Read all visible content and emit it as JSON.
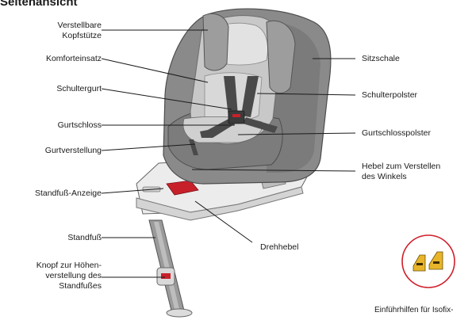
{
  "title": "Seitenansicht",
  "colors": {
    "shell": "#8a8a8a",
    "shell_dark": "#6f6f6f",
    "padding": "#c8c8c8",
    "padding_light": "#e2e2e2",
    "belt": "#4a4a4a",
    "lever_red": "#c8202a",
    "base": "#ececec",
    "leader_line": "#1a1a1a",
    "isofix_circle": "#d01f2b",
    "isofix_guides": "#e8b52a"
  },
  "labels": {
    "headrest": {
      "line1": "Verstellbare",
      "line2": "Kopfstütze"
    },
    "comfort_insert": "Komforteinsatz",
    "shoulder_belt": "Schultergurt",
    "buckle": "Gurtschloss",
    "belt_adjustment": "Gurtverstellung",
    "leg_indicator": "Standfuß-Anzeige",
    "support_leg": "Standfuß",
    "height_button": {
      "line1": "Knopf zur Höhen-",
      "line2": "verstellung des",
      "line3": "Standfußes"
    },
    "seat_shell": "Sitzschale",
    "shoulder_pad": "Schulterpolster",
    "buckle_pad": "Gurtschlosspolster",
    "recline_lever": {
      "line1": "Hebel zum Verstellen",
      "line2": "des Winkels"
    },
    "rotation_lever": "Drehhebel",
    "isofix_guides": "Einführhilfen für Isofix-"
  },
  "icons": [
    "car-seat-illustration",
    "isofix-guides-icon"
  ]
}
